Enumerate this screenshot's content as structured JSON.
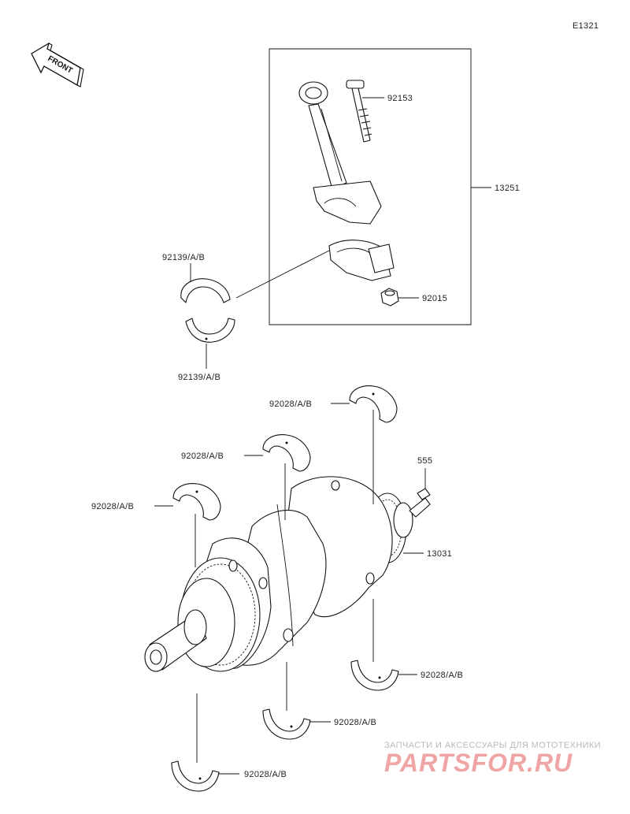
{
  "diagram_code": "E1321",
  "front_label": "FRONT",
  "parts": {
    "bolt": "92153",
    "connecting_rod": "13251",
    "nut": "92015",
    "rod_bearing_upper": "92139/A/B",
    "rod_bearing_lower": "92139/A/B",
    "main_bearing_1": "92028/A/B",
    "main_bearing_2": "92028/A/B",
    "main_bearing_3": "92028/A/B",
    "pin": "555",
    "crankshaft": "13031",
    "main_bearing_4": "92028/A/B",
    "main_bearing_5": "92028/A/B",
    "main_bearing_6": "92028/A/B"
  },
  "watermark": {
    "caption": "ЗАПЧАСТИ И АКСЕССУАРЫ ДЛЯ МОТОТЕХНИКИ",
    "logo": "PARTSFOR.RU"
  }
}
